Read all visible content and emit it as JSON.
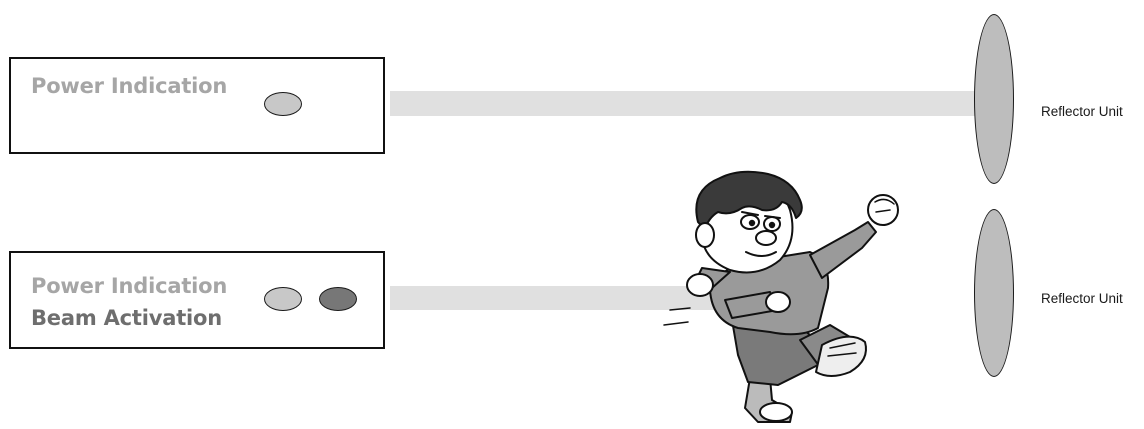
{
  "colors": {
    "power_indicator": "#c8c8c8",
    "beam_indicator": "#777777",
    "beam_path": "#e0e0e0",
    "reflector_fill": "#bdbdbd"
  },
  "top_unit": {
    "power_label": "Power Indication"
  },
  "bottom_unit": {
    "power_label": "Power Indication",
    "beam_label": "Beam Activation"
  },
  "reflectors": [
    {
      "label": "Reflector Unit"
    },
    {
      "label": "Reflector Unit"
    }
  ],
  "character": {
    "icon": "jumping-boy-cartoon-icon"
  }
}
